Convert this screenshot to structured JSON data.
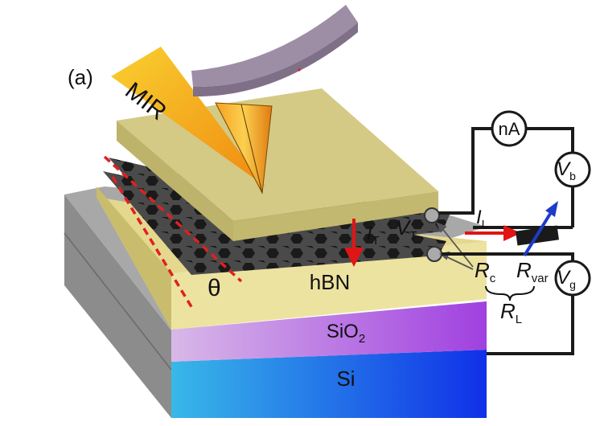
{
  "panel_label": "(a)",
  "beam_label": "MIR",
  "layers": {
    "hbn": "hBN",
    "sio2_base": "SiO",
    "sio2_sub": "2",
    "si": "Si"
  },
  "angle_symbol": "θ",
  "current": {
    "main": "I",
    "sub": "T"
  },
  "voltage": {
    "main": "V",
    "sub": "T"
  },
  "load_current": {
    "main": "I",
    "sub": "L"
  },
  "meters": {
    "ammeter": "nA",
    "bias": {
      "main": "V",
      "sub": "b"
    },
    "gate": {
      "main": "V",
      "sub": "g"
    }
  },
  "resistors": {
    "contact": {
      "main": "R",
      "sub": "c"
    },
    "variable": {
      "main": "R",
      "sub": "var"
    },
    "load": {
      "main": "R",
      "sub": "L"
    }
  },
  "colors": {
    "top_hbn": "#d8cf8a",
    "mid_hbn": "#e2d894",
    "sio2": "#b98ae0",
    "si": "#1f63e0",
    "block_side": "#8e8e8e",
    "current_arrow": "#e01515",
    "cantilever": "#9a8aa0",
    "mir_beam": "#f5b81e"
  }
}
